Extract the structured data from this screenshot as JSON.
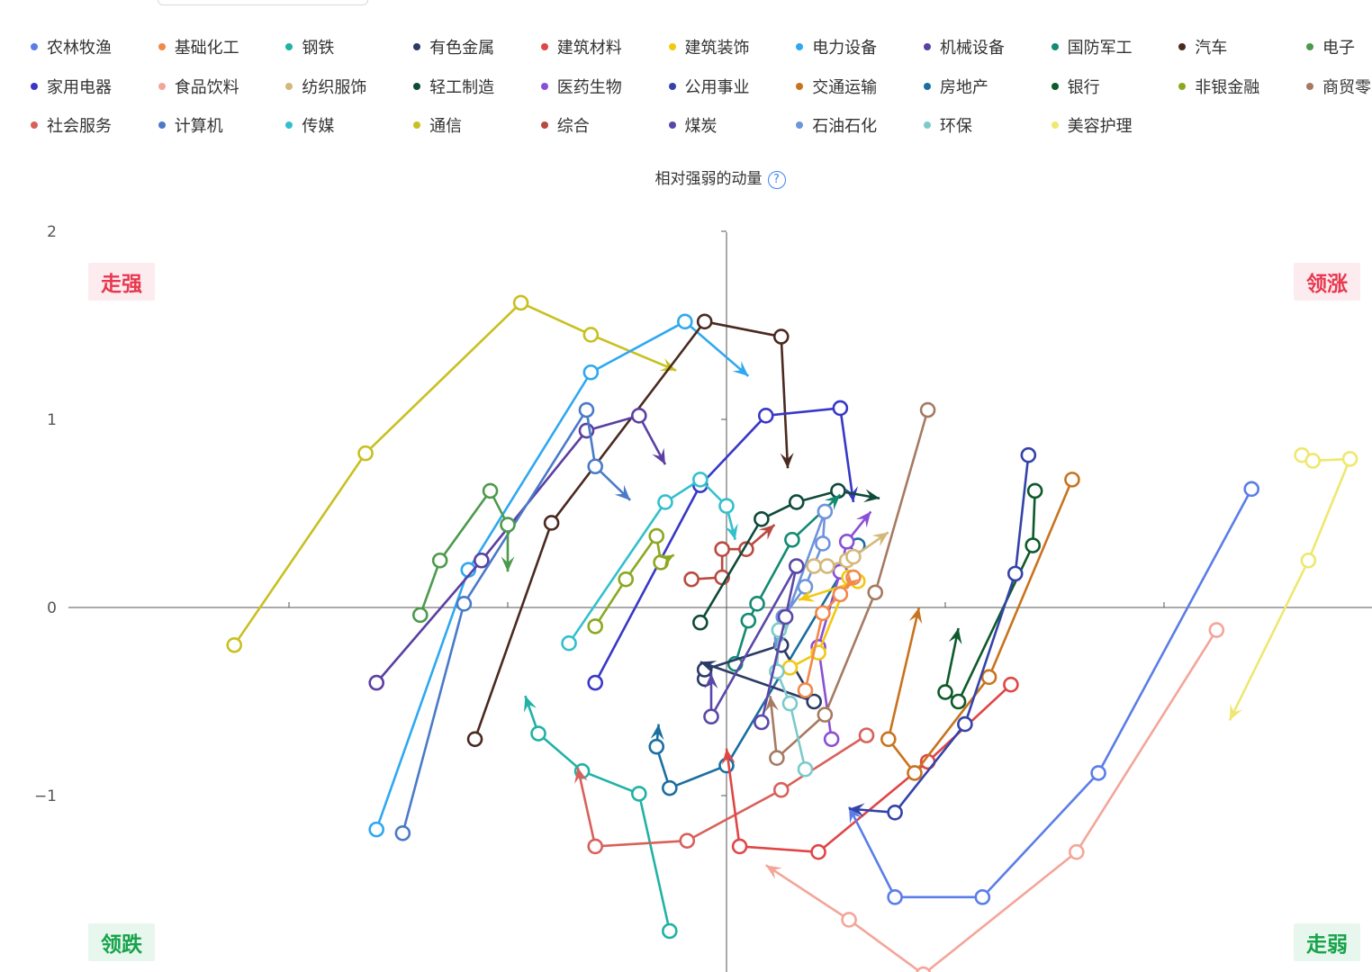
{
  "legend": [
    {
      "name": "农林牧渔",
      "color": "#5b7de8"
    },
    {
      "name": "基础化工",
      "color": "#f0894a"
    },
    {
      "name": "钢铁",
      "color": "#20b2a6"
    },
    {
      "name": "有色金属",
      "color": "#2b3a67"
    },
    {
      "name": "建筑材料",
      "color": "#e04646"
    },
    {
      "name": "建筑装饰",
      "color": "#f2c811"
    },
    {
      "name": "电力设备",
      "color": "#2ea8f0"
    },
    {
      "name": "机械设备",
      "color": "#5b3fa1"
    },
    {
      "name": "国防军工",
      "color": "#138a72"
    },
    {
      "name": "汽车",
      "color": "#4a2a20"
    },
    {
      "name": "电子",
      "color": "#4c9a4c"
    },
    {
      "name": "家用电器",
      "color": "#3838c8"
    },
    {
      "name": "食品饮料",
      "color": "#f4a59a"
    },
    {
      "name": "纺织服饰",
      "color": "#d4b87a"
    },
    {
      "name": "轻工制造",
      "color": "#0f4a3a"
    },
    {
      "name": "医药生物",
      "color": "#8a4fd6"
    },
    {
      "name": "公用事业",
      "color": "#3343a8"
    },
    {
      "name": "交通运输",
      "color": "#c8731e"
    },
    {
      "name": "房地产",
      "color": "#1a6fa0"
    },
    {
      "name": "银行",
      "color": "#0d5a2a"
    },
    {
      "name": "非银金融",
      "color": "#8aa820"
    },
    {
      "name": "商贸零售",
      "color": "#a67a62"
    },
    {
      "name": "社会服务",
      "color": "#d9605a"
    },
    {
      "name": "计算机",
      "color": "#4a7ac8"
    },
    {
      "name": "传媒",
      "color": "#33c0cc"
    },
    {
      "name": "通信",
      "color": "#c8c020"
    },
    {
      "name": "综合",
      "color": "#b84a40"
    },
    {
      "name": "煤炭",
      "color": "#5a48a8"
    },
    {
      "name": "石油石化",
      "color": "#6e94dc"
    },
    {
      "name": "环保",
      "color": "#7ccaca"
    },
    {
      "name": "美容护理",
      "color": "#eee870"
    }
  ],
  "legend_overflow_label": "商贸零",
  "title": "相对强弱的动量",
  "help_icon": "question-circle-icon",
  "quadrants": {
    "top_left": "走强",
    "top_right": "领涨",
    "bottom_left": "领跌",
    "bottom_right": "走弱"
  },
  "chart_data": {
    "type": "scatter",
    "title": "相对强弱的动量",
    "xlim": [
      -3.0,
      3.0
    ],
    "ylim": [
      -2.0,
      2.0
    ],
    "yticks": [
      2,
      1,
      0,
      -1
    ],
    "ytick_labels": [
      "2",
      "1",
      "0",
      "−1"
    ],
    "grid": false,
    "legend": "top",
    "series": [
      {
        "name": "通信",
        "color": "#c8c020",
        "points": [
          [
            -2.25,
            -0.2
          ],
          [
            -1.65,
            0.82
          ],
          [
            -0.94,
            1.62
          ],
          [
            -0.62,
            1.45
          ],
          [
            -0.23,
            1.26
          ]
        ]
      },
      {
        "name": "电力设备",
        "color": "#2ea8f0",
        "points": [
          [
            -1.6,
            -1.18
          ],
          [
            -1.18,
            0.2
          ],
          [
            -0.62,
            1.25
          ],
          [
            -0.19,
            1.52
          ],
          [
            0.1,
            1.23
          ]
        ]
      },
      {
        "name": "汽车",
        "color": "#4a2a20",
        "points": [
          [
            -1.15,
            -0.7
          ],
          [
            -0.8,
            0.45
          ],
          [
            -0.1,
            1.52
          ],
          [
            0.25,
            1.44
          ],
          [
            0.28,
            0.74
          ]
        ]
      },
      {
        "name": "机械设备",
        "color": "#5b3fa1",
        "points": [
          [
            -1.6,
            -0.4
          ],
          [
            -1.12,
            0.25
          ],
          [
            -0.64,
            0.94
          ],
          [
            -0.4,
            1.02
          ],
          [
            -0.28,
            0.76
          ]
        ]
      },
      {
        "name": "计算机",
        "color": "#4a7ac8",
        "points": [
          [
            -1.48,
            -1.2
          ],
          [
            -1.2,
            0.02
          ],
          [
            -0.64,
            1.05
          ],
          [
            -0.6,
            0.75
          ],
          [
            -0.44,
            0.57
          ]
        ]
      },
      {
        "name": "电子",
        "color": "#4c9a4c",
        "points": [
          [
            -1.4,
            -0.04
          ],
          [
            -1.31,
            0.25
          ],
          [
            -1.08,
            0.62
          ],
          [
            -1.0,
            0.44
          ],
          [
            -1.0,
            0.19
          ]
        ]
      },
      {
        "name": "家用电器",
        "color": "#3838c8",
        "points": [
          [
            -0.6,
            -0.4
          ],
          [
            -0.12,
            0.65
          ],
          [
            0.18,
            1.02
          ],
          [
            0.52,
            1.06
          ],
          [
            0.58,
            0.56
          ]
        ]
      },
      {
        "name": "传媒",
        "color": "#33c0cc",
        "points": [
          [
            -0.72,
            -0.19
          ],
          [
            -0.28,
            0.56
          ],
          [
            -0.12,
            0.68
          ],
          [
            0.0,
            0.54
          ],
          [
            0.04,
            0.36
          ]
        ]
      },
      {
        "name": "非银金融",
        "color": "#8aa820",
        "points": [
          [
            -0.6,
            -0.1
          ],
          [
            -0.46,
            0.15
          ],
          [
            -0.32,
            0.38
          ],
          [
            -0.3,
            0.24
          ],
          [
            -0.24,
            0.28
          ]
        ]
      },
      {
        "name": "钢铁",
        "color": "#20b2a6",
        "points": [
          [
            -0.26,
            -1.72
          ],
          [
            -0.4,
            -0.99
          ],
          [
            -0.66,
            -0.87
          ],
          [
            -0.86,
            -0.67
          ],
          [
            -0.92,
            -0.47
          ]
        ]
      },
      {
        "name": "社会服务",
        "color": "#d9605a",
        "points": [
          [
            0.64,
            -0.68
          ],
          [
            0.25,
            -0.97
          ],
          [
            -0.18,
            -1.24
          ],
          [
            -0.6,
            -1.27
          ],
          [
            -0.68,
            -0.85
          ]
        ]
      },
      {
        "name": "房地产",
        "color": "#1a6fa0",
        "points": [
          [
            0.6,
            0.33
          ],
          [
            0.0,
            -0.84
          ],
          [
            -0.26,
            -0.96
          ],
          [
            -0.32,
            -0.74
          ],
          [
            -0.31,
            -0.62
          ]
        ]
      },
      {
        "name": "建筑材料",
        "color": "#e04646",
        "points": [
          [
            1.3,
            -0.41
          ],
          [
            0.92,
            -0.82
          ],
          [
            0.42,
            -1.3
          ],
          [
            0.06,
            -1.27
          ],
          [
            0.0,
            -0.75
          ]
        ]
      },
      {
        "name": "综合",
        "color": "#b84a40",
        "points": [
          [
            -0.16,
            0.15
          ],
          [
            -0.02,
            0.16
          ],
          [
            -0.02,
            0.31
          ],
          [
            0.09,
            0.31
          ],
          [
            0.22,
            0.44
          ]
        ]
      },
      {
        "name": "轻工制造",
        "color": "#0f4a3a",
        "points": [
          [
            -0.12,
            -0.08
          ],
          [
            0.16,
            0.47
          ],
          [
            0.32,
            0.56
          ],
          [
            0.51,
            0.62
          ],
          [
            0.7,
            0.58
          ]
        ]
      },
      {
        "name": "国防军工",
        "color": "#138a72",
        "points": [
          [
            0.04,
            -0.3
          ],
          [
            0.1,
            -0.07
          ],
          [
            0.14,
            0.02
          ],
          [
            0.3,
            0.36
          ],
          [
            0.52,
            0.6
          ]
        ]
      },
      {
        "name": "有色金属",
        "color": "#2b3a67",
        "points": [
          [
            -0.1,
            -0.38
          ],
          [
            -0.1,
            -0.33
          ],
          [
            0.25,
            -0.2
          ],
          [
            0.4,
            -0.5
          ],
          [
            -0.12,
            -0.29
          ]
        ]
      },
      {
        "name": "石油石化",
        "color": "#6e94dc",
        "points": [
          [
            0.26,
            -0.05
          ],
          [
            0.36,
            0.11
          ],
          [
            0.44,
            0.34
          ],
          [
            0.45,
            0.51
          ],
          [
            0.22,
            -0.22
          ]
        ]
      },
      {
        "name": "医药生物",
        "color": "#8a4fd6",
        "points": [
          [
            0.48,
            -0.7
          ],
          [
            0.42,
            -0.21
          ],
          [
            0.52,
            0.19
          ],
          [
            0.55,
            0.35
          ],
          [
            0.66,
            0.51
          ]
        ]
      },
      {
        "name": "纺织服饰",
        "color": "#d4b87a",
        "points": [
          [
            0.4,
            0.22
          ],
          [
            0.46,
            0.22
          ],
          [
            0.55,
            0.25
          ],
          [
            0.58,
            0.27
          ],
          [
            0.74,
            0.4
          ]
        ]
      },
      {
        "name": "建筑装饰",
        "color": "#f2c811",
        "points": [
          [
            0.29,
            -0.32
          ],
          [
            0.42,
            -0.24
          ],
          [
            0.56,
            0.16
          ],
          [
            0.6,
            0.14
          ],
          [
            0.33,
            0.04
          ]
        ]
      },
      {
        "name": "基础化工",
        "color": "#f0894a",
        "points": [
          [
            0.36,
            -0.44
          ],
          [
            0.44,
            -0.03
          ],
          [
            0.52,
            0.07
          ],
          [
            0.58,
            0.16
          ],
          [
            0.55,
            0.1
          ]
        ]
      },
      {
        "name": "农林牧渔",
        "color": "#5b7de8",
        "points": [
          [
            2.4,
            0.63
          ],
          [
            1.7,
            -0.88
          ],
          [
            1.17,
            -1.54
          ],
          [
            0.77,
            -1.54
          ],
          [
            0.56,
            -1.06
          ]
        ]
      },
      {
        "name": "食品饮料",
        "color": "#f4a59a",
        "points": [
          [
            2.24,
            -0.12
          ],
          [
            1.6,
            -1.3
          ],
          [
            0.9,
            -1.95
          ],
          [
            0.56,
            -1.66
          ],
          [
            0.18,
            -1.37
          ]
        ]
      },
      {
        "name": "美容护理",
        "color": "#eee870",
        "points": [
          [
            2.63,
            0.81
          ],
          [
            2.68,
            0.78
          ],
          [
            2.85,
            0.79
          ],
          [
            2.66,
            0.25
          ],
          [
            2.3,
            -0.6
          ]
        ]
      },
      {
        "name": "交通运输",
        "color": "#c8731e",
        "points": [
          [
            1.58,
            0.68
          ],
          [
            1.2,
            -0.37
          ],
          [
            0.86,
            -0.88
          ],
          [
            0.74,
            -0.7
          ],
          [
            0.88,
            0.0
          ]
        ]
      },
      {
        "name": "银行",
        "color": "#0d5a2a",
        "points": [
          [
            1.41,
            0.62
          ],
          [
            1.4,
            0.33
          ],
          [
            1.06,
            -0.5
          ],
          [
            1.0,
            -0.45
          ],
          [
            1.06,
            -0.11
          ]
        ]
      },
      {
        "name": "公用事业",
        "color": "#3343a8",
        "points": [
          [
            1.38,
            0.81
          ],
          [
            1.32,
            0.18
          ],
          [
            1.09,
            -0.62
          ],
          [
            0.77,
            -1.09
          ],
          [
            0.56,
            -1.07
          ]
        ]
      },
      {
        "name": "商贸零售",
        "color": "#a67a62",
        "points": [
          [
            0.92,
            1.05
          ],
          [
            0.68,
            0.08
          ],
          [
            0.45,
            -0.57
          ],
          [
            0.23,
            -0.8
          ],
          [
            0.2,
            -0.47
          ]
        ]
      },
      {
        "name": "环保",
        "color": "#7ccaca",
        "points": [
          [
            0.36,
            -0.86
          ],
          [
            0.29,
            -0.51
          ],
          [
            0.23,
            -0.34
          ],
          [
            0.24,
            -0.12
          ],
          [
            0.3,
            -0.05
          ]
        ]
      },
      {
        "name": "煤炭",
        "color": "#5a48a8",
        "points": [
          [
            0.16,
            -0.61
          ],
          [
            0.27,
            -0.05
          ],
          [
            0.32,
            0.22
          ],
          [
            -0.07,
            -0.58
          ],
          [
            -0.07,
            -0.35
          ]
        ]
      }
    ]
  }
}
